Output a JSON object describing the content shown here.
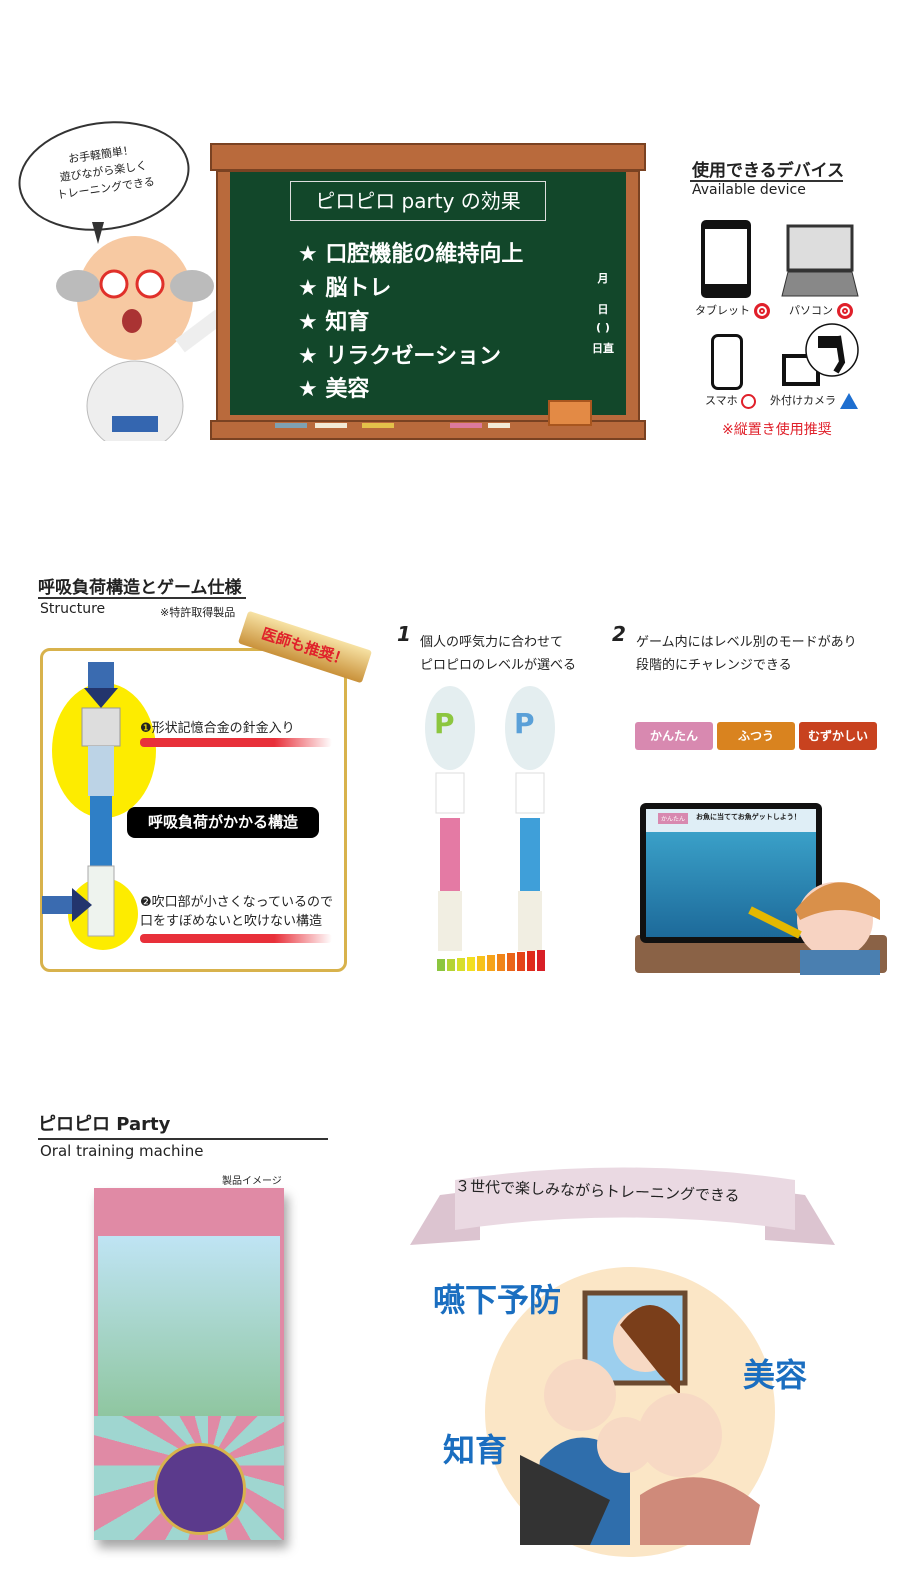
{
  "bubble": {
    "lines": [
      "お手軽簡単！",
      "遊びながら楽しく",
      "トレーニングできる"
    ]
  },
  "board": {
    "title": "ピロピロ party の効果",
    "items": [
      "★ 口腔機能の維持向上",
      "★ 脳トレ",
      "★ 知育",
      "★ リラクゼーション",
      "★ 美容"
    ],
    "side": [
      "月",
      "日",
      "( )",
      "日直"
    ]
  },
  "devices": {
    "title": "使用できるデバイス",
    "subtitle": "Available device",
    "items": [
      {
        "label": "タブレット",
        "mark": "double-circle"
      },
      {
        "label": "パソコン",
        "mark": "double-circle"
      },
      {
        "label": "スマホ",
        "mark": "circle"
      },
      {
        "label": "外付けカメラ",
        "mark": "triangle"
      }
    ],
    "note": "※縦置き使用推奨"
  },
  "structure": {
    "title": "呼吸負荷構造とゲーム仕様",
    "subtitle": "Structure",
    "patent": "※特許取得製品",
    "ribbon": "医師も推奨！",
    "point1": "❶形状記憶合金の針金入り",
    "center": "呼吸負荷がかかる構造",
    "point2_lines": [
      "❷吹口部が小さくなっているので",
      "口をすぼめないと吹けない構造"
    ]
  },
  "steps": [
    {
      "num": "1",
      "lines": [
        "個人の呼気力に合わせて",
        "ピロピロのレベルが選べる"
      ]
    },
    {
      "num": "2",
      "lines": [
        "ゲーム内にはレベル別のモードがあり",
        "段階的にチャレンジできる"
      ]
    }
  ],
  "levels": [
    {
      "label": "かんたん",
      "color": "#d889b0"
    },
    {
      "label": "ふつう",
      "color": "#d9831f"
    },
    {
      "label": "むずかしい",
      "color": "#c8421f"
    }
  ],
  "game": {
    "mode": "かんたん",
    "banner": "お魚に当ててお魚ゲットしよう！"
  },
  "product": {
    "title": "ピロピロ Party",
    "subtitle": "Oral training machine",
    "image_caption": "製品イメージ"
  },
  "family": {
    "ribbon": "３世代で楽しみながらトレーニングできる",
    "labels": [
      "嚥下予防",
      "美容",
      "知育"
    ],
    "label_color": "#1a6ec0"
  }
}
